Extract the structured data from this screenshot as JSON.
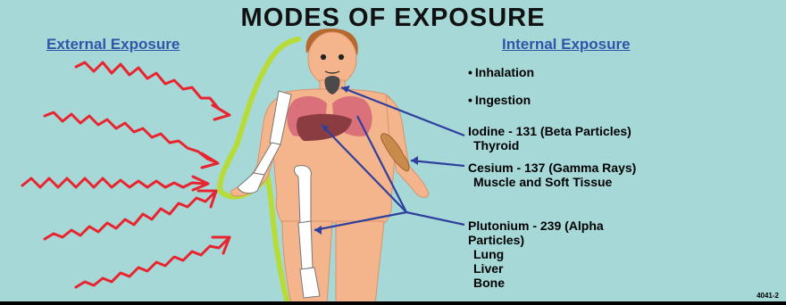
{
  "title": "MODES OF EXPOSURE",
  "external": {
    "heading": "External Exposure"
  },
  "internal": {
    "heading": "Internal Exposure",
    "routes": [
      "Inhalation",
      "Ingestion"
    ],
    "isotopes": [
      {
        "name": "Iodine - 131 (Beta Particles)",
        "targets": [
          "Thyroid"
        ]
      },
      {
        "name": "Cesium - 137 (Gamma Rays)",
        "targets": [
          "Muscle and Soft Tissue"
        ]
      },
      {
        "name_lines": [
          "Plutonium - 239 (Alpha",
          "Particles)"
        ],
        "targets": [
          "Lung",
          "Liver",
          "Bone"
        ]
      }
    ]
  },
  "figure_code": "4041-2",
  "colors": {
    "background": "#a6d8d8",
    "radiation": "#e8242f",
    "shield": "#b7dc3a",
    "skin": "#f4b48c",
    "bone": "#ffffff",
    "organs": "#d9707a",
    "liver": "#8a3c40",
    "arrows": "#2f3f9e"
  }
}
